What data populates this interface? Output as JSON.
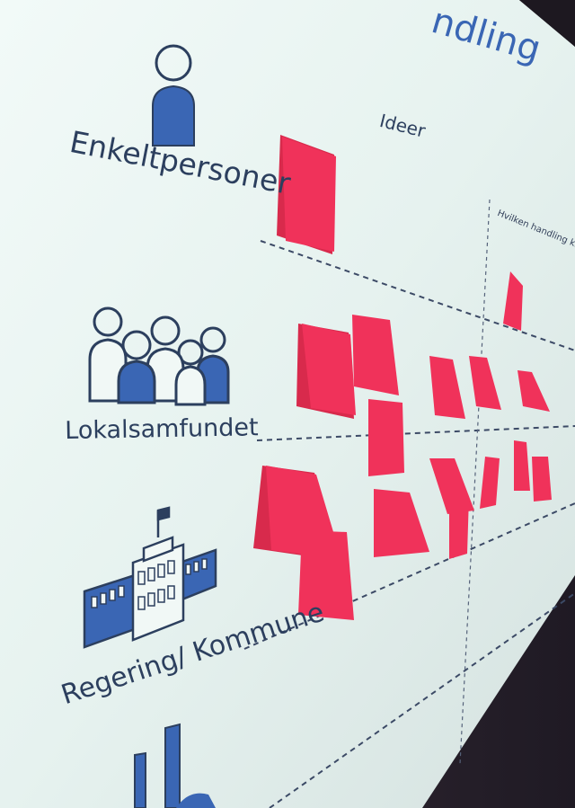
{
  "slide": {
    "title_fragment": "ndling",
    "column_header_ideas": "Ideer",
    "column_header_action": "Hvilken handling kreves for å"
  },
  "rows": [
    {
      "label": "Enkeltpersoner",
      "icon": "single-person-icon"
    },
    {
      "label": "Lokalsamfundet",
      "icon": "group-of-people-icon"
    },
    {
      "label": "Regering/ Kommune",
      "icon": "government-building-icon"
    }
  ],
  "colors": {
    "screen": "#e9f4f1",
    "accent_blue": "#3a66b4",
    "label_navy": "#2c3f5e",
    "sticky_note": "#f0325a",
    "background": "#2a2430"
  }
}
